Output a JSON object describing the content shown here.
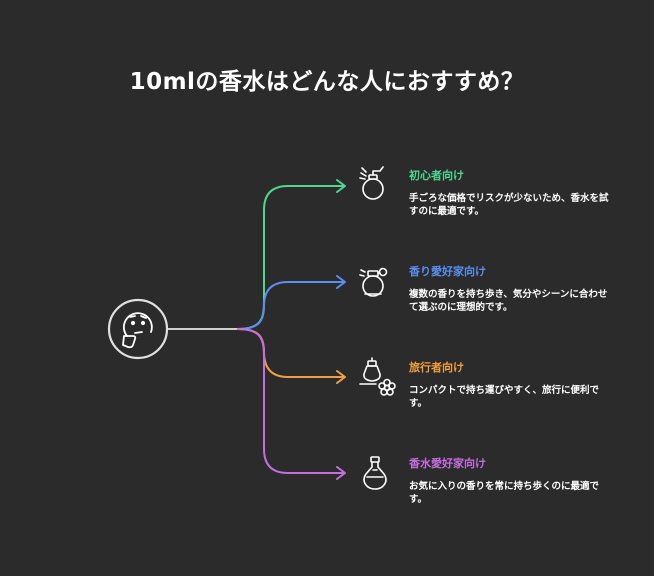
{
  "title": "10mlの香水はどんな人におすすめ？",
  "colors": {
    "background": "#2b2b2b",
    "trunk": "#cfcfcf",
    "green": "#4fd68f",
    "blue": "#5b8ef0",
    "orange": "#f0a040",
    "purple": "#c46ee0"
  },
  "center": {
    "icon": "thinking-face-icon"
  },
  "items": [
    {
      "icon": "perfume-atomizer-icon",
      "color": "#4fd68f",
      "title": "初心者向け",
      "description": "手ごろな価格でリスクが少ないため、香水を試すのに最適です。"
    },
    {
      "icon": "perfume-bottle-icon",
      "color": "#5b8ef0",
      "title": "香り愛好家向け",
      "description": "複数の香りを持ち歩き、気分やシーンに合わせて選ぶのに理想的です。"
    },
    {
      "icon": "travel-perfume-icon",
      "color": "#f0a040",
      "title": "旅行者向け",
      "description": "コンパクトで持ち運びやすく、旅行に便利です。"
    },
    {
      "icon": "perfume-flask-icon",
      "color": "#c46ee0",
      "title": "香水愛好家向け",
      "description": "お気に入りの香りを常に持ち歩くのに最適です。"
    }
  ]
}
